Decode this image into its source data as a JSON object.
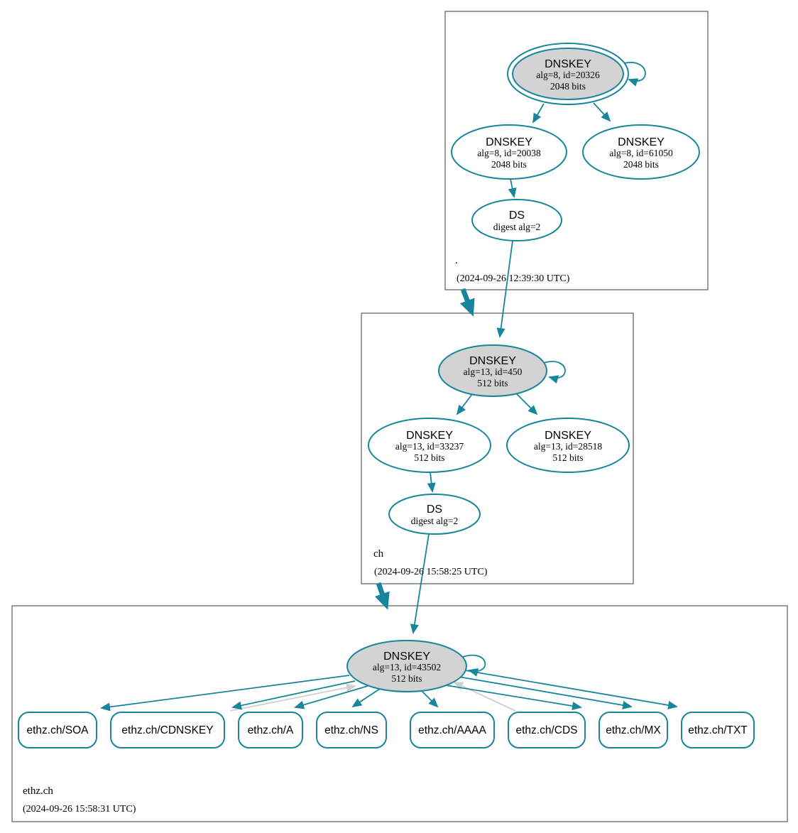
{
  "colors": {
    "edge_teal": "#17859b",
    "node_gray_fill": "#d3d3d3",
    "gray_edge": "#d0d0d0",
    "zone_border": "#58595b"
  },
  "zones": [
    {
      "name": ".",
      "timestamp": "(2024-09-26 12:39:30 UTC)",
      "ksk": {
        "title": "DNSKEY",
        "detail": "alg=8, id=20326",
        "bits": "2048 bits"
      },
      "zsk1": {
        "title": "DNSKEY",
        "detail": "alg=8, id=20038",
        "bits": "2048 bits"
      },
      "zsk2": {
        "title": "DNSKEY",
        "detail": "alg=8, id=61050",
        "bits": "2048 bits"
      },
      "ds": {
        "title": "DS",
        "detail": "digest alg=2"
      }
    },
    {
      "name": "ch",
      "timestamp": "(2024-09-26 15:58:25 UTC)",
      "ksk": {
        "title": "DNSKEY",
        "detail": "alg=13, id=450",
        "bits": "512 bits"
      },
      "zsk1": {
        "title": "DNSKEY",
        "detail": "alg=13, id=33237",
        "bits": "512 bits"
      },
      "zsk2": {
        "title": "DNSKEY",
        "detail": "alg=13, id=28518",
        "bits": "512 bits"
      },
      "ds": {
        "title": "DS",
        "detail": "digest alg=2"
      }
    },
    {
      "name": "ethz.ch",
      "timestamp": "(2024-09-26 15:58:31 UTC)",
      "ksk": {
        "title": "DNSKEY",
        "detail": "alg=13, id=43502",
        "bits": "512 bits"
      },
      "rrsets": [
        {
          "label": "ethz.ch/SOA"
        },
        {
          "label": "ethz.ch/CDNSKEY"
        },
        {
          "label": "ethz.ch/A"
        },
        {
          "label": "ethz.ch/NS"
        },
        {
          "label": "ethz.ch/AAAA"
        },
        {
          "label": "ethz.ch/CDS"
        },
        {
          "label": "ethz.ch/MX"
        },
        {
          "label": "ethz.ch/TXT"
        }
      ]
    }
  ]
}
